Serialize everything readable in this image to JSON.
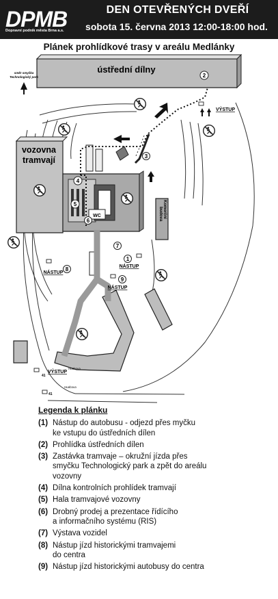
{
  "header": {
    "logo_text": "DPMB",
    "logo_subtitle": "Dopravní podnik města Brna a.s.",
    "title": "DEN OTEVŘENÝCH DVEŘÍ",
    "date": "sobota 15. června 2013 12:00-18:00 hod."
  },
  "map": {
    "title": "Plánek prohlídkové trasy v areálu Medlánky",
    "labels": {
      "central_workshops": "ústřední dílny",
      "depot_line1": "vozovna",
      "depot_line2": "tramvají",
      "wc": "WC",
      "exit_1": "VÝSTUP",
      "exit_2": "VÝSTUP",
      "stop_1": "NÁSTUP",
      "stop_8": "NÁSTUP",
      "stop_9": "NÁSTUP",
      "direction_line1": "směr smyčka",
      "direction_line2": "Technologický park",
      "commercial_building_line1": "Komerční",
      "commercial_building_line2": "budova",
      "street_hudcova_1": "Hudcova",
      "street_hudcova_2": "Hudcova",
      "stop_sign_1": "41",
      "stop_sign_2": "41"
    },
    "markers": [
      "1",
      "2",
      "3",
      "4",
      "5",
      "6",
      "7",
      "8",
      "9"
    ],
    "icons": [
      "no-entry-icon",
      "arrow-icon",
      "bus-stop-sign-icon"
    ]
  },
  "legend": {
    "title": "Legenda k plánku",
    "items": [
      {
        "num": "(1)",
        "text": "Nástup do autobusu - odjezd přes myčku\nke vstupu do ústředních dílen"
      },
      {
        "num": "(2)",
        "text": "Prohlídka ústředních dílen"
      },
      {
        "num": "(3)",
        "text": "Zastávka tramvaje – okružní jízda přes\nsmyčku Technologický park a zpět do areálu\nvozovny"
      },
      {
        "num": "(4)",
        "text": "Dílna kontrolních prohlídek tramvají"
      },
      {
        "num": "(5)",
        "text": "Hala tramvajové vozovny"
      },
      {
        "num": "(6)",
        "text": "Drobný prodej a prezentace řídícího\na informačního systému (RIS)"
      },
      {
        "num": "(7)",
        "text": "Výstava vozidel"
      },
      {
        "num": "(8)",
        "text": "Nástup jízd historickými tramvajemi\ndo centra"
      },
      {
        "num": "(9)",
        "text": "Nástup jízd historickými autobusy do centra"
      }
    ]
  }
}
